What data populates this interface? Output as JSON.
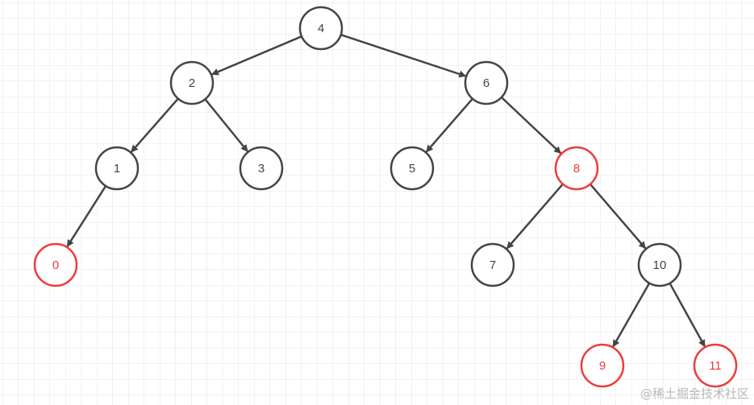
{
  "tree": {
    "nodes": [
      {
        "id": "n4",
        "label": "4",
        "highlighted": false
      },
      {
        "id": "n2",
        "label": "2",
        "highlighted": false
      },
      {
        "id": "n6",
        "label": "6",
        "highlighted": false
      },
      {
        "id": "n1",
        "label": "1",
        "highlighted": false
      },
      {
        "id": "n3",
        "label": "3",
        "highlighted": false
      },
      {
        "id": "n5",
        "label": "5",
        "highlighted": false
      },
      {
        "id": "n8",
        "label": "8",
        "highlighted": true
      },
      {
        "id": "n0",
        "label": "0",
        "highlighted": true
      },
      {
        "id": "n7",
        "label": "7",
        "highlighted": false
      },
      {
        "id": "n10",
        "label": "10",
        "highlighted": false
      },
      {
        "id": "n9",
        "label": "9",
        "highlighted": true
      },
      {
        "id": "n11",
        "label": "11",
        "highlighted": true
      }
    ],
    "edges": [
      {
        "from": "n4",
        "to": "n2"
      },
      {
        "from": "n4",
        "to": "n6"
      },
      {
        "from": "n2",
        "to": "n1"
      },
      {
        "from": "n2",
        "to": "n3"
      },
      {
        "from": "n6",
        "to": "n5"
      },
      {
        "from": "n6",
        "to": "n8"
      },
      {
        "from": "n1",
        "to": "n0"
      },
      {
        "from": "n8",
        "to": "n7"
      },
      {
        "from": "n8",
        "to": "n10"
      },
      {
        "from": "n10",
        "to": "n9"
      },
      {
        "from": "n10",
        "to": "n11"
      }
    ]
  },
  "colors": {
    "normal": "#444444",
    "highlight": "#ee3b3b",
    "grid": "#e6e6e6"
  },
  "watermark": "@稀土掘金技术社区"
}
